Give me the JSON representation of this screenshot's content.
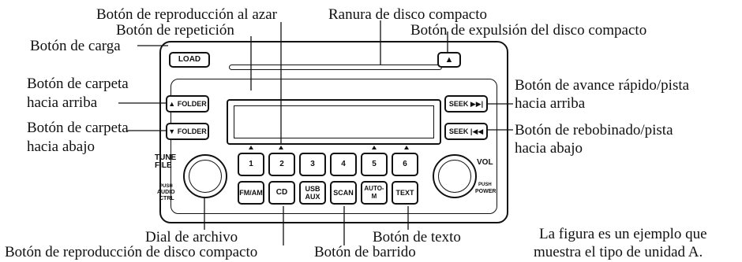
{
  "labels": {
    "shuffle": "Botón de reproducción al azar",
    "disc_slot": "Ranura de disco compacto",
    "repeat": "Botón de repetición",
    "eject": "Botón de expulsión del disco compacto",
    "load": "Botón de carga",
    "folder_up_1": "Botón de carpeta",
    "folder_up_2": "hacia arriba",
    "seek_up_1": "Botón de avance rápido/pista",
    "seek_up_2": "hacia arriba",
    "folder_down_1": "Botón de carpeta",
    "folder_down_2": "hacia abajo",
    "seek_down_1": "Botón de rebobinado/pista",
    "seek_down_2": "hacia abajo",
    "file_dial": "Dial de archivo",
    "text": "Botón de texto",
    "cd_play": "Botón de reproducción de disco compacto",
    "scan": "Botón de barrido"
  },
  "note": {
    "line1": "La figura es un ejemplo que",
    "line2": "muestra el tipo de unidad A."
  },
  "unit": {
    "load": "LOAD",
    "eject": "▲",
    "folder_up": "▲ FOLDER",
    "folder_down": "▼ FOLDER",
    "seek_up": "SEEK ▶▶|",
    "seek_down": "SEEK |◀◀",
    "presets": [
      "1",
      "2",
      "3",
      "4",
      "5",
      "6"
    ],
    "fmam": "FM/AM",
    "cd": "CD",
    "usb": "USB",
    "aux": "AUX",
    "scan": "SCAN",
    "autom": "AUTO-M",
    "text": "TEXT",
    "tune": "TUNE",
    "file": "FILE",
    "push_left": "PUSH",
    "audio": "AUDIO",
    "ctrl": "CTRL",
    "vol": "VOL",
    "push_right": "PUSH",
    "power": "POWER"
  }
}
